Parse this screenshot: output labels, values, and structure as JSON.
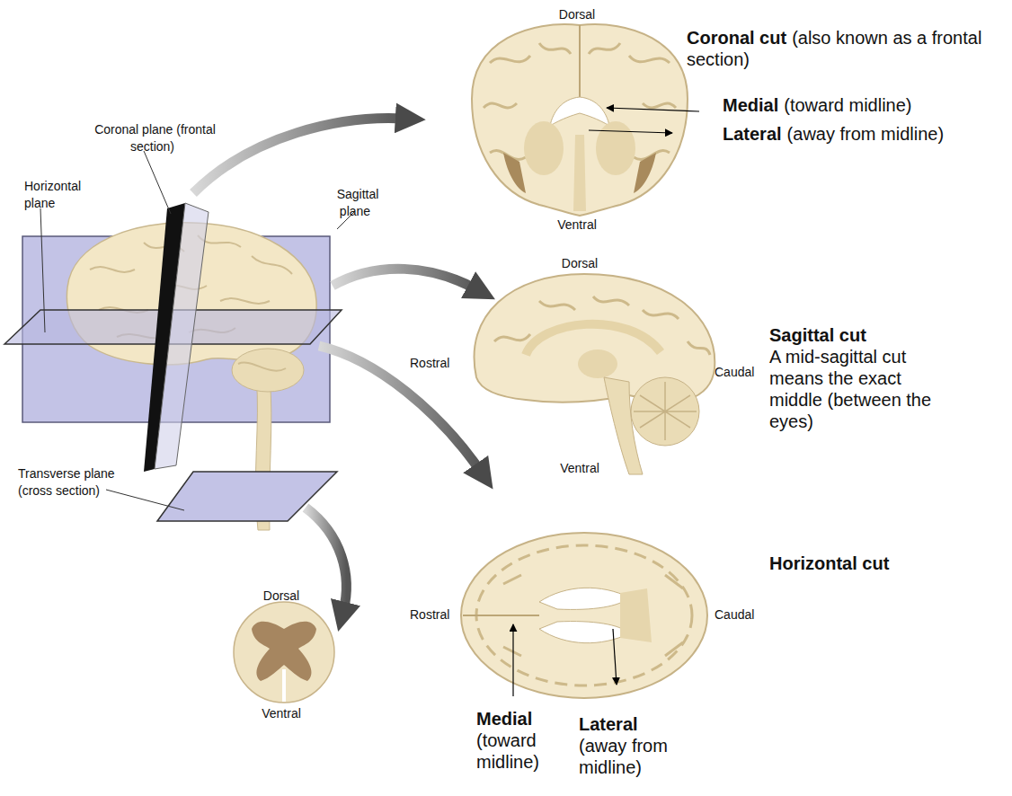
{
  "diagram": {
    "labels": [
      "Coronal plane (frontal section)",
      "Horizontal plane",
      "Sagittal plane",
      "Transverse plane (cross section)",
      "Dorsal",
      "Ventral",
      "Coronal cut",
      "(also known as a frontal section)",
      "Medial",
      "(toward midline)",
      "Lateral",
      "(away from midline)",
      "Dorsal",
      "Rostral",
      "Caudal",
      "Ventral",
      "Sagittal cut",
      "A mid-sagittal cut means the exact middle (between the eyes)",
      "Rostral",
      "Caudal",
      "Horizontal cut",
      "Medial",
      "(toward midline)",
      "Lateral",
      "(away from midline)",
      "Dorsal",
      "Ventral"
    ]
  }
}
